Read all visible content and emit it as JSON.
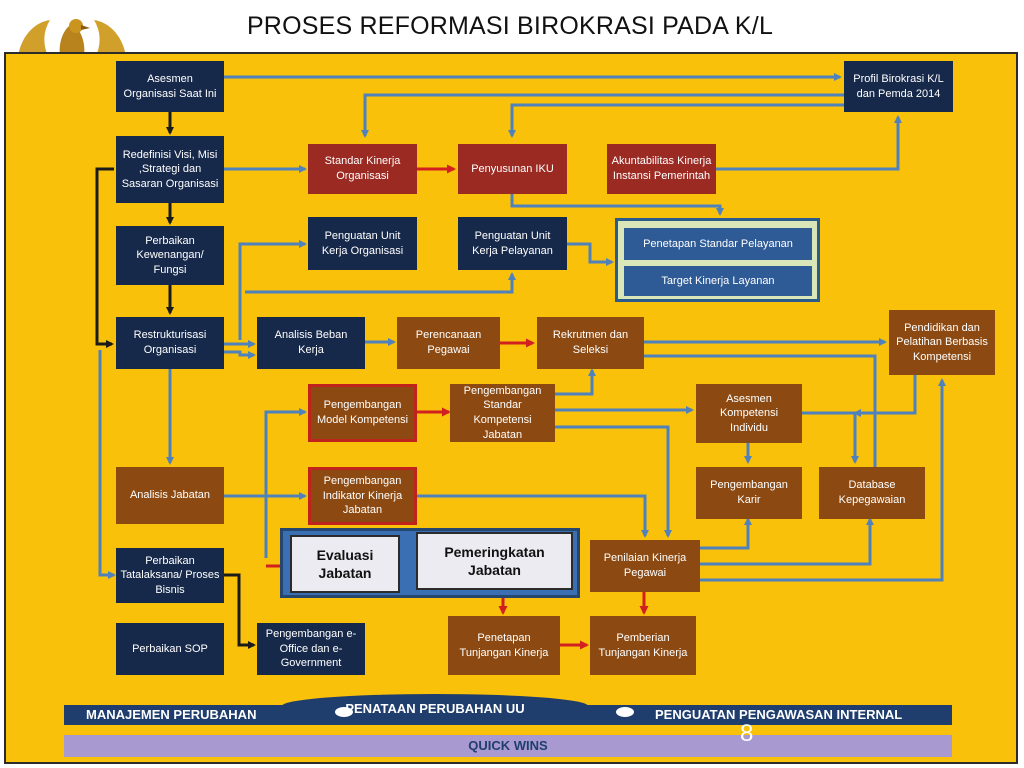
{
  "title": "PROSES REFORMASI BIROKRASI PADA K/L",
  "page_number": "8",
  "boxes": {
    "asesmen_organisasi": "Asesmen Organisasi Saat Ini",
    "profil_birokrasi": "Profil Birokrasi K/L dan Pemda 2014",
    "redefinisi_visi": "Redefinisi Visi, Misi ,Strategi dan Sasaran Organisasi",
    "standar_kinerja_organisasi": "Standar Kinerja Organisasi",
    "penyusunan_iku": "Penyusunan IKU",
    "akuntabilitas_kinerja": "Akuntabilitas Kinerja Instansi Pemerintah",
    "perbaikan_kewenangan": "Perbaikan Kewenangan/ Fungsi",
    "penguatan_unit_organisasi": "Penguatan Unit Kerja Organisasi",
    "penguatan_unit_pelayanan": "Penguatan Unit Kerja Pelayanan",
    "penetapan_standar_pelayanan": "Penetapan Standar Pelayanan",
    "target_kinerja_layanan": "Target Kinerja Layanan",
    "restrukturisasi_organisasi": "Restrukturisasi Organisasi",
    "analisis_beban_kerja": "Analisis Beban Kerja",
    "perencanaan_pegawai": "Perencanaan Pegawai",
    "rekrutmen_seleksi": "Rekrutmen dan Seleksi",
    "pendidikan_pelatihan": "Pendidikan dan Pelatihan Berbasis Kompetensi",
    "pengembangan_model_kompetensi": "Pengembangan Model Kompetensi",
    "pengembangan_standar_kompetensi": "Pengembangan Standar Kompetensi Jabatan",
    "asesmen_kompetensi": "Asesmen Kompetensi Individu",
    "analisis_jabatan": "Analisis Jabatan",
    "pengembangan_indikator": "Pengembangan Indikator Kinerja Jabatan",
    "pengembangan_karir": "Pengembangan Karir",
    "database_kepegawaian": "Database Kepegawaian",
    "evaluasi_jabatan": "Evaluasi Jabatan",
    "pemeringkatan_jabatan": "Pemeringkatan Jabatan",
    "perbaikan_tatalaksana": "Perbaikan Tatalaksana/ Proses Bisnis",
    "penilaian_kinerja": "Penilaian Kinerja Pegawai",
    "perbaikan_sop": "Perbaikan SOP",
    "pengembangan_eoffice": "Pengembangan e-Office dan e-Government",
    "penetapan_tunjangan": "Penetapan Tunjangan Kinerja",
    "pemberian_tunjangan": "Pemberian Tunjangan Kinerja"
  },
  "footer": {
    "manajemen_perubahan": "MANAJEMEN PERUBAHAN",
    "penataan_perubahan_uu": "PENATAAN PERUBAHAN UU",
    "penguatan_pengawasan": "PENGUATAN PENGAWASAN INTERNAL",
    "quick_wins": "QUICK WINS"
  },
  "colors": {
    "background_panel": "#f9c10a",
    "navy_box": "#17294a",
    "red_box": "#9a2a22",
    "brown_box": "#8c4a12",
    "blue_box": "#2e5a96",
    "connector_blue": "#4f81bd",
    "connector_red": "#d21f1f",
    "connector_dark": "#1a1a1a"
  },
  "icons": [
    "garuda-emblem-icon"
  ]
}
